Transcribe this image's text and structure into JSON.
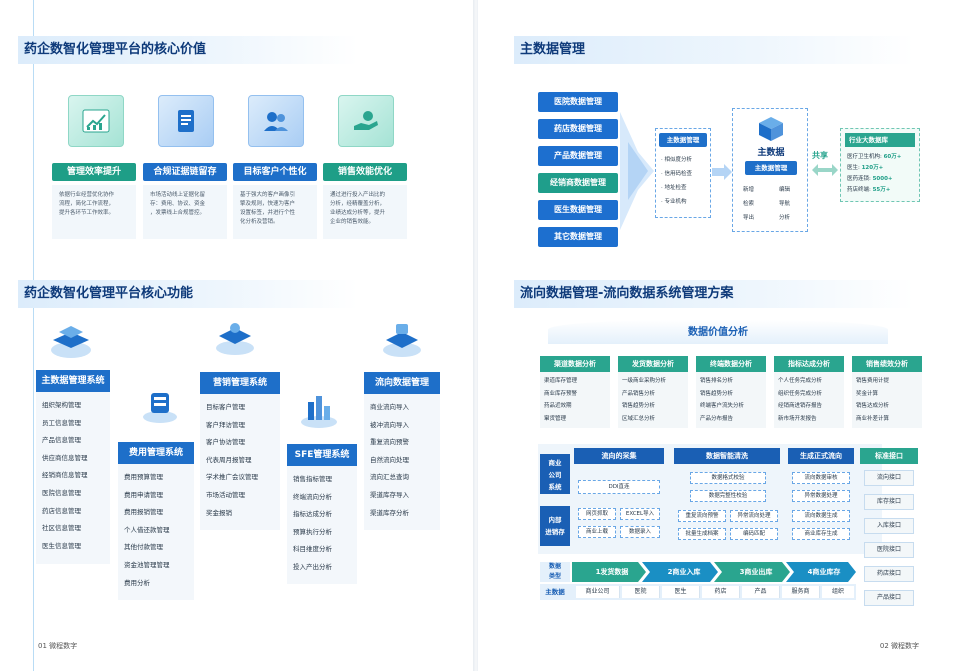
{
  "left": {
    "value_section": {
      "title": "药企数智化管理平台的核心价值",
      "items": [
        {
          "tag": "管理效率提升",
          "text": [
            "依据行业经营优化协作",
            "流程，简化工作流程，",
            "提升各环节工作效率。"
          ]
        },
        {
          "tag": "合规证据链留存",
          "text": [
            "市场活动线上证据化留",
            "存：费用、协议、资金",
            "，发票线上合规管控。"
          ]
        },
        {
          "tag": "目标客户个性化",
          "text": [
            "基于强大的客户画像引",
            "擎及规则，快速为客户",
            "设置标签，并进行个性",
            "化分析及营销。"
          ]
        },
        {
          "tag": "销售效能优化",
          "text": [
            "通过进行投入产出比的",
            "分析，经精覆盖分析，",
            "业绩达成分析等，提升",
            "企业的销售效能。"
          ]
        }
      ]
    },
    "func_section": {
      "title": "药企数智化管理平台核心功能",
      "systems": [
        {
          "name": "主数据管理系统",
          "items": [
            "组织架构管理",
            "员工信息管理",
            "产品信息管理",
            "供应商信息管理",
            "经销商信息管理",
            "医院信息管理",
            "药店信息管理",
            "社区信息管理",
            "医生信息管理"
          ]
        },
        {
          "name": "费用管理系统",
          "items": [
            "费用预算管理",
            "费用申请管理",
            "费用报销管理",
            "个人借还款管理",
            "其他付款管理",
            "资金池管理管理",
            "费用分析"
          ]
        },
        {
          "name": "营销管理系统",
          "items": [
            "目标客户管理",
            "客户拜访管理",
            "客户协访管理",
            "代表周月报管理",
            "学术推广会议管理",
            "市场活动管理",
            "奖金报销"
          ]
        },
        {
          "name": "SFE管理系统",
          "items": [
            "销售指标管理",
            "终端流向分析",
            "指标达成分析",
            "预算执行分析",
            "科目维度分析",
            "投入产出分析"
          ]
        },
        {
          "name": "流向数据管理",
          "items": [
            "商业流向导入",
            "被冲流向导入",
            "重复流向预警",
            "自然流向处理",
            "流向汇总查询",
            "渠道库存导入",
            "渠道库存分析"
          ]
        }
      ]
    },
    "footer": "01  微程数字"
  },
  "right": {
    "master_section": {
      "title": "主数据管理",
      "buttons": [
        "医院数据管理",
        "药店数据管理",
        "产品数据管理",
        "经销商数据管理",
        "医生数据管理",
        "其它数据管理"
      ],
      "mdm_box": {
        "title": "主数据管理",
        "items": [
          "· 相似度分析",
          "· 信用码检查",
          "· 地址检查",
          "· 专业机构"
        ]
      },
      "center": {
        "title": "主数据",
        "tag": "主数据管理",
        "ops": [
          "新增",
          "编辑",
          "检索",
          "导航",
          "导出",
          "分析"
        ]
      },
      "share_label": "共享",
      "industry": {
        "title": "行业大数据库",
        "lines": [
          {
            "k": "医疗卫生机构:",
            "v": "60万+"
          },
          {
            "k": "医生:",
            "v": "120万+"
          },
          {
            "k": "医药连锁:",
            "v": "5000+"
          },
          {
            "k": "药店终端:",
            "v": "55万+"
          }
        ]
      }
    },
    "flow_section": {
      "title": "流向数据管理-流向数据系统管理方案",
      "value_title": "数据价值分析",
      "categories": [
        {
          "name": "渠道数据分析",
          "items": [
            "渠道库存管理",
            "商业库存预警",
            "药品近效期",
            "窜货管理"
          ]
        },
        {
          "name": "发货数据分析",
          "items": [
            "一级商业采购分析",
            "产品销售分析",
            "销售趋势分析",
            "区域汇总分析"
          ]
        },
        {
          "name": "终端数据分析",
          "items": [
            "销售排名分析",
            "销售趋势分析",
            "终端客户流失分析",
            "产品分布报告"
          ]
        },
        {
          "name": "指标达成分析",
          "items": [
            "个人任务完成分析",
            "组织任务完成分析",
            "经销商进销存报告",
            "新市场开发报告"
          ]
        },
        {
          "name": "销售绩效分析",
          "items": [
            "销售费用计提",
            "奖金计算",
            "销售达成分析",
            "商业补差计算"
          ]
        }
      ],
      "sources": [
        {
          "line1": "商业",
          "line2": "公司",
          "line3": "系统"
        },
        {
          "line1": "内部",
          "line2": "进销存",
          "line3": ""
        }
      ],
      "collect": {
        "title": "流向的采集",
        "main": "DDI直连",
        "chips": [
          "网页抓取",
          "EXCEL导入",
          "商业上载",
          "数据录入"
        ]
      },
      "clean": {
        "title": "数据智能清洗",
        "chips": [
          "数据格式校验",
          "数据完整性校验",
          "重复流向预警",
          "异常流向处理",
          "批量生成档案",
          "编码匹配"
        ]
      },
      "formal": {
        "title": "生成正式流向",
        "chips": [
          "流向数据审核",
          "异常数据处理",
          "流向数据生成",
          "商业库存生成"
        ]
      },
      "std": {
        "title": "标准接口",
        "items": [
          "流向接口",
          "库存接口",
          "入库接口",
          "医院接口",
          "药店接口",
          "产品接口"
        ]
      },
      "type_label": [
        "数据",
        "类型"
      ],
      "flow_steps": [
        "1发货数据",
        "2商业入库",
        "3商业出库",
        "4商业库存"
      ],
      "master_label": "主数据",
      "entities": [
        "商业公司",
        "医院",
        "医生",
        "药店",
        "产品",
        "服务商",
        "组织"
      ]
    },
    "footer": "02  微程数字"
  },
  "colors": {
    "primary": "#1e6fc9",
    "dark": "#1a5fb4",
    "teal": "#2aa58f",
    "title": "#0e3a7a"
  }
}
